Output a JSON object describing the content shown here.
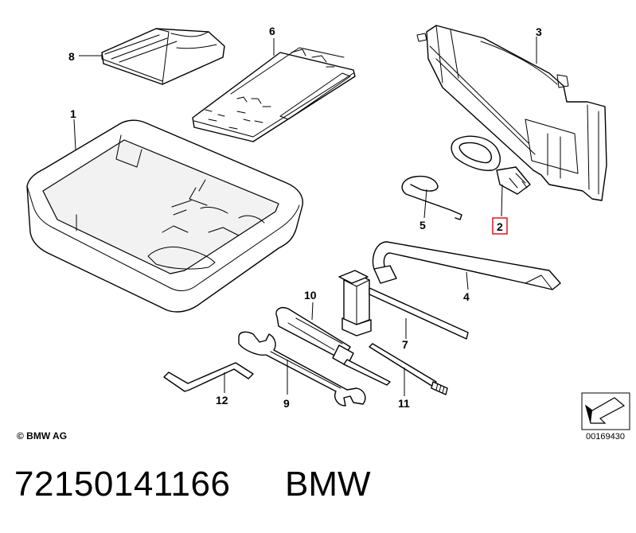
{
  "callouts": {
    "c1": "1",
    "c2": "2",
    "c3": "3",
    "c4": "4",
    "c5": "5",
    "c6": "6",
    "c7": "7",
    "c8": "8",
    "c9": "9",
    "c10": "10",
    "c11": "11",
    "c12": "12"
  },
  "highlighted_callout": "2",
  "highlight_color": "#e0141e",
  "copyright": "© BMW AG",
  "diagram_code": "00169430",
  "part_number": "72150141166",
  "brand": "BMW"
}
